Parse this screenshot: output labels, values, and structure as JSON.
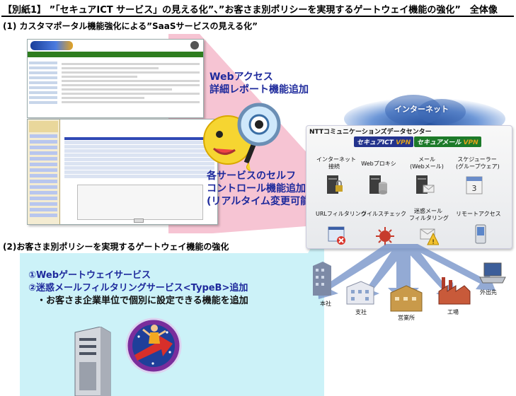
{
  "header": {
    "title": "【別紙1】 ”「セキュアICT サービス」の見える化”、”お客さま別ポリシーを実現するゲートウェイ機能の強化”　全体像"
  },
  "section1": {
    "title": "(1) カスタマポータル機能強化による”SaaSサービスの見える化”",
    "callout_web_line1": "Webアクセス",
    "callout_web_line2": "詳細レポート機能追加",
    "callout_self_line1": "各サービスのセルフ",
    "callout_self_line2": "コントロール機能追加",
    "callout_self_line3": "(リアルタイム変更可能)"
  },
  "section2": {
    "title": "(2)お客さま別ポリシーを実現するゲートウェイ機能の強化",
    "item1": "①Webゲートウェイサービス",
    "item2": "②迷惑メールフィルタリングサービス<TypeB>追加",
    "note": "・お客さま企業単位で個別に設定できる機能を追加"
  },
  "datacenter": {
    "cloud_label": "インターネット",
    "title": "NTTコミュニケーションズデータセンター",
    "brand_ict": "セキュアICT",
    "brand_mail": "セキュアメール",
    "vpn": "VPN",
    "services_top": [
      {
        "line1": "インターネット",
        "line2": "接続"
      },
      {
        "line1": "Webプロキシ",
        "line2": ""
      },
      {
        "line1": "メール",
        "line2": "(Webメール)"
      },
      {
        "line1": "スケジューラー",
        "line2": "(グループウェア)"
      }
    ],
    "services_bottom": [
      {
        "line1": "URLフィルタリング",
        "line2": ""
      },
      {
        "line1": "ウイルスチェック",
        "line2": ""
      },
      {
        "line1": "迷惑メール",
        "line2": "フィルタリング"
      },
      {
        "line1": "リモートアクセス",
        "line2": ""
      }
    ]
  },
  "sites": {
    "hq": "本社",
    "branch": "支社",
    "sales": "営業所",
    "factory": "工場",
    "outside": "外出先"
  },
  "colors": {
    "callout_text": "#1e2a9c",
    "pink_area": "#f6c4d3",
    "blue_area": "#ccf2f8",
    "arrow": "#6f8ec6"
  }
}
